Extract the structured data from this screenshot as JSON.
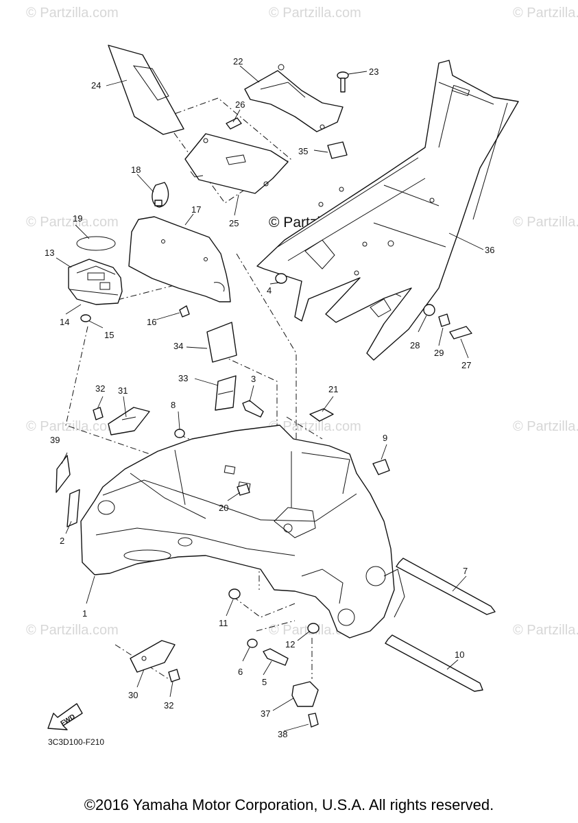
{
  "watermark": "© Partzilla.com",
  "diagram_code": "3C3D100-F210",
  "fwd_label": "FWD",
  "copyright": "©2016 Yamaha Motor Corporation, U.S.A. All rights reserved.",
  "callouts": [
    "1",
    "2",
    "3",
    "4",
    "5",
    "6",
    "7",
    "8",
    "9",
    "10",
    "11",
    "12",
    "13",
    "14",
    "15",
    "16",
    "17",
    "18",
    "19",
    "20",
    "21",
    "22",
    "23",
    "24",
    "25",
    "26",
    "27",
    "28",
    "29",
    "30",
    "31",
    "32",
    "33",
    "34",
    "35",
    "36",
    "37",
    "38",
    "39"
  ]
}
